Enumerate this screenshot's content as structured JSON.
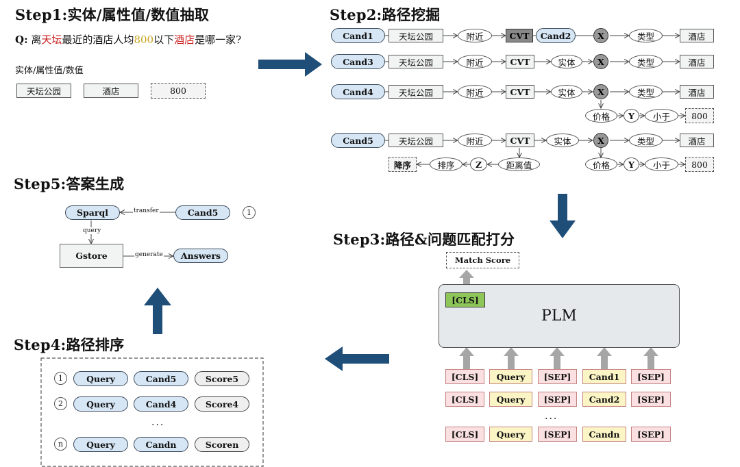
{
  "step1": {
    "title": "Step1:实体/属性值/数值抽取",
    "question": {
      "q_label": "Q:",
      "p1": "离",
      "p2": "天坛",
      "p3": "最近的酒店人均",
      "p4": "800",
      "p5": "以下",
      "p6": "酒店",
      "p7": "是哪一家?"
    },
    "label": "实体/属性值/数值",
    "items": [
      "天坛公园",
      "酒店",
      "800"
    ]
  },
  "step2": {
    "title": "Step2:路径挖掘",
    "rows": [
      {
        "cand": "Cand1",
        "entity": "天坛公园",
        "rel": "附近",
        "cvt": "CVT",
        "mid": "Cand2",
        "x": "X",
        "type_rel": "类型",
        "type_val": "酒店"
      },
      {
        "cand": "Cand3",
        "entity": "天坛公园",
        "rel": "附近",
        "cvt": "CVT",
        "mid": "实体",
        "x": "X",
        "type_rel": "类型",
        "type_val": "酒店"
      },
      {
        "cand": "Cand4",
        "entity": "天坛公园",
        "rel": "附近",
        "cvt": "CVT",
        "mid": "实体",
        "x": "X",
        "type_rel": "类型",
        "type_val": "酒店",
        "sub": {
          "attr": "价格",
          "y": "Y",
          "cmp": "小于",
          "val": "800"
        }
      },
      {
        "cand": "Cand5",
        "entity": "天坛公园",
        "rel": "附近",
        "cvt": "CVT",
        "mid": "实体",
        "x": "X",
        "type_rel": "类型",
        "type_val": "酒店",
        "sub": {
          "attr": "价格",
          "y": "Y",
          "cmp": "小于",
          "val": "800"
        },
        "sub2": {
          "order": "降序",
          "sort": "排序",
          "z": "Z",
          "dist": "距离值"
        }
      }
    ]
  },
  "step3": {
    "title": "Step3:路径&问题匹配打分",
    "score": "Match Score",
    "cls_top": "[CLS]",
    "plm": "PLM",
    "rows": [
      [
        "[CLS]",
        "Query",
        "[SEP]",
        "Cand1",
        "[SEP]"
      ],
      [
        "[CLS]",
        "Query",
        "[SEP]",
        "Cand2",
        "[SEP]"
      ],
      [
        "[CLS]",
        "Query",
        "[SEP]",
        "Candn",
        "[SEP]"
      ]
    ],
    "ellipsis": "..."
  },
  "step4": {
    "title": "Step4:路径排序",
    "rows": [
      {
        "num": "1",
        "query": "Query",
        "cand": "Cand5",
        "score": "Score5"
      },
      {
        "num": "2",
        "query": "Query",
        "cand": "Cand4",
        "score": "Score4"
      },
      {
        "num": "n",
        "query": "Query",
        "cand": "Candn",
        "score": "Scoren"
      }
    ],
    "ellipsis": "..."
  },
  "step5": {
    "title": "Step5:答案生成",
    "sparql": "Sparql",
    "transfer": "transfer",
    "cand": "Cand5",
    "num": "1",
    "query": "query",
    "gstore": "Gstore",
    "generate": "generate",
    "answers": "Answers"
  },
  "colors": {
    "arrow_blue": "#1f4e79",
    "arrow_gray": "#a6a6a6",
    "highlight_red": "#cc1f1f",
    "highlight_gold": "#c9a21c"
  }
}
